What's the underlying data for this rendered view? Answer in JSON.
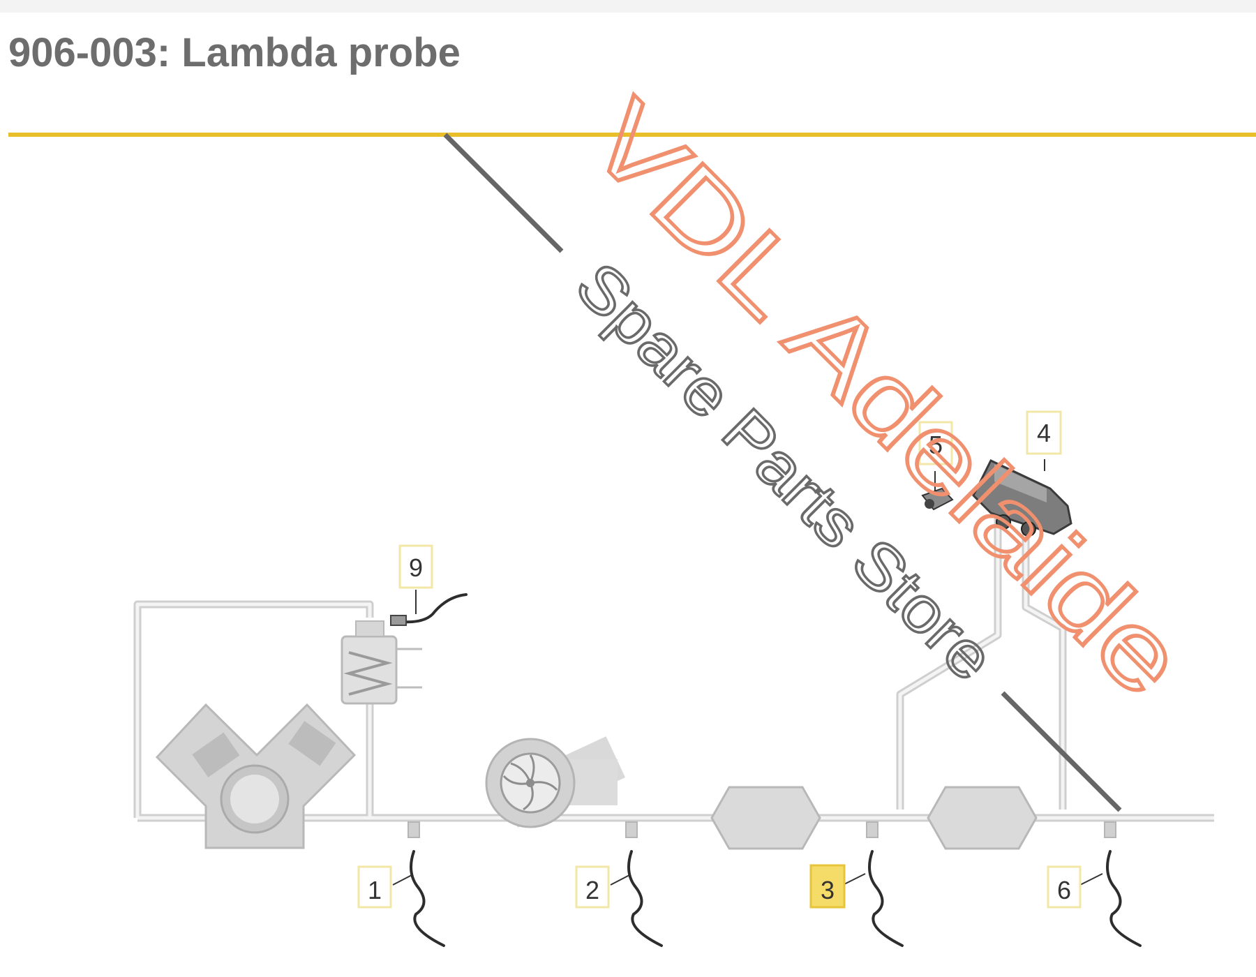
{
  "header": {
    "title": "906-003: Lambda probe"
  },
  "colors": {
    "accent_rule": "#e8bf2a",
    "label_box_border": "#f2e7a6",
    "label_highlight": "#f5dc68",
    "watermark_primary": "#f0906e",
    "watermark_secondary": "#666666",
    "pipe": "#cfcfcf"
  },
  "diagram": {
    "callouts": [
      {
        "id": "1",
        "label": "1",
        "highlighted": false
      },
      {
        "id": "2",
        "label": "2",
        "highlighted": false
      },
      {
        "id": "3",
        "label": "3",
        "highlighted": true
      },
      {
        "id": "4",
        "label": "4",
        "highlighted": false
      },
      {
        "id": "5",
        "label": "5",
        "highlighted": false
      },
      {
        "id": "6",
        "label": "6",
        "highlighted": false
      },
      {
        "id": "9",
        "label": "9",
        "highlighted": false
      }
    ]
  },
  "watermark": {
    "primary": "VDL Adelaide",
    "secondary": "Spare Parts Store"
  }
}
